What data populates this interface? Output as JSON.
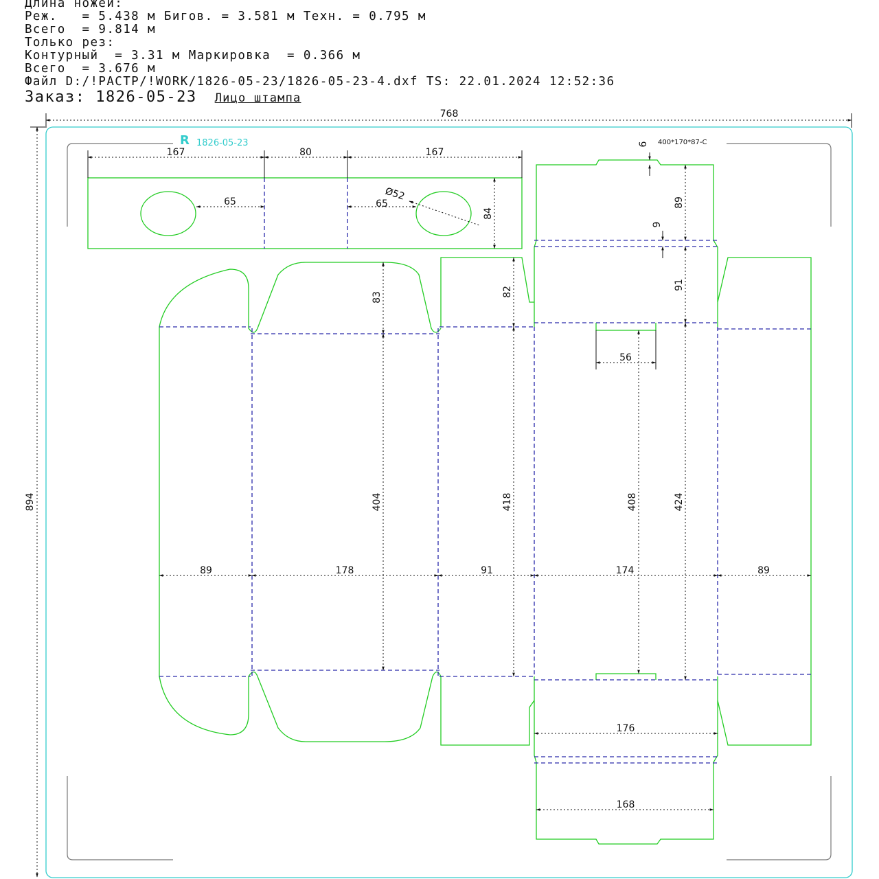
{
  "header": {
    "line1": "Длина ножей:",
    "line2": "Реж.   = 5.438 м Бигов. = 3.581 м Техн. = 0.795 м",
    "line3": "Всего  = 9.814 м",
    "line4": "Только рез:",
    "line5": "Контурный  = 3.31 м Маркировка  = 0.366 м",
    "line6": "Всего  = 3.676 м",
    "line7": "Файл D:/!РАСТР/!WORK/1826-05-23/1826-05-23-4.dxf TS: 22.01.2024 12:52:36",
    "order": "Заказ: 1826-05-23",
    "face": "Лицо штампа"
  },
  "stamp": "1826-05-23",
  "box_spec": "400*170*87-C",
  "colors": {
    "cut": "#22cc22",
    "crease": "#2a2aaa",
    "frame": "#33cccc",
    "dim": "#111111",
    "corner": "#777777"
  },
  "dims": {
    "overall_width": "768",
    "overall_height": "894",
    "top_left_w": "167",
    "top_mid_w": "80",
    "top_right_w": "167",
    "hole_offset_left": "65",
    "hole_offset_right": "65",
    "hole_diameter": "Ø52",
    "top_strip_h": "84",
    "flap_top_h": "89",
    "gap_small_top": "6",
    "gap_small_mid": "9",
    "lid_h": "91",
    "tab_w": "56",
    "flap_h_83": "83",
    "flap_h_82": "82",
    "panel_h_404": "404",
    "panel_h_418": "418",
    "panel_h_408": "408",
    "panel_h_424": "424",
    "panel_w_89_left": "89",
    "panel_w_178": "178",
    "panel_w_91": "91",
    "panel_w_174": "174",
    "panel_w_89_right": "89",
    "bottom_w_176": "176",
    "bottom_w_168": "168"
  }
}
